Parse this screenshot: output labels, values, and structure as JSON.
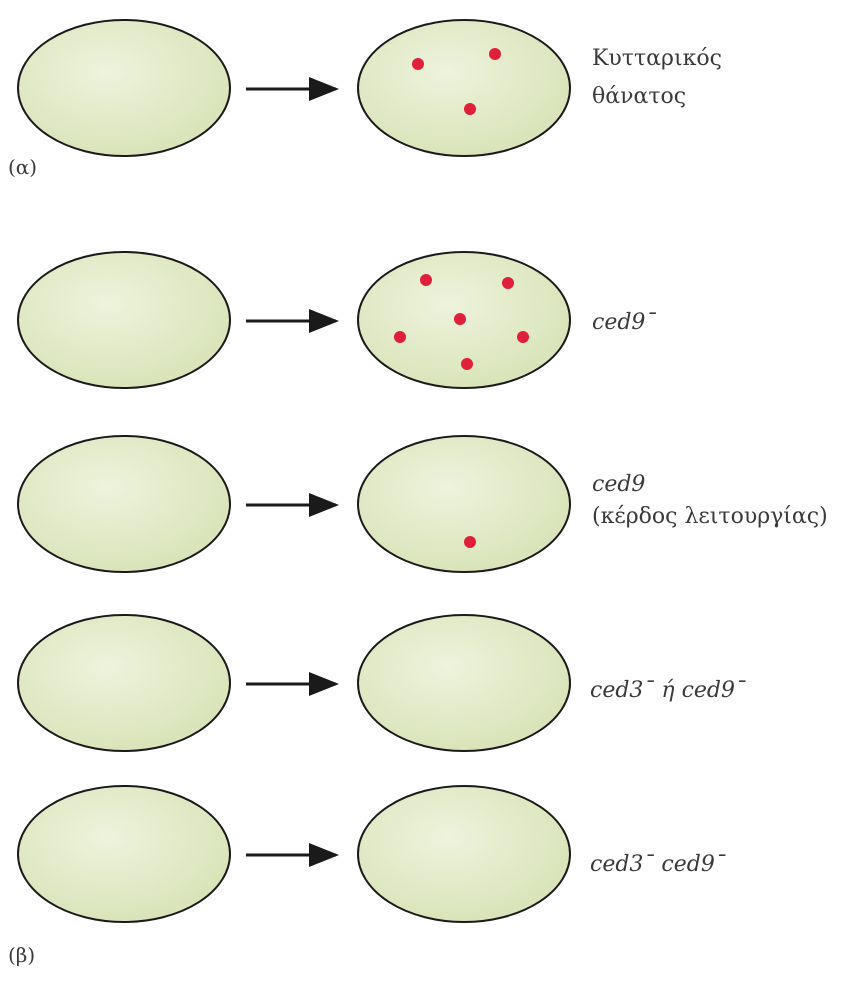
{
  "parts": [
    {
      "label": "(α)",
      "rows": [
        {
          "label_lines": [
            "Κυτταρικός",
            "θάνατος"
          ],
          "italic": false,
          "dots": 3
        }
      ]
    },
    {
      "label": "(β)",
      "rows": [
        {
          "label_lines": [
            "ced9¯"
          ],
          "italic": true,
          "dots": 6
        },
        {
          "label_lines": [
            "ced9",
            "(κέρδος λειτουργίας)"
          ],
          "italic": true,
          "dots": 1
        },
        {
          "label_lines": [
            "ced3¯ ή ced9¯"
          ],
          "italic": true,
          "dots": 0
        },
        {
          "label_lines": [
            "ced3¯ ced9¯"
          ],
          "italic": true,
          "dots": 0
        }
      ]
    }
  ],
  "colors": {
    "cell_fill": "#dfe8c4",
    "cell_highlight": "#eef3dc",
    "cell_stroke": "#1a1a1a",
    "dot": "#e0203a",
    "arrow": "#1a1a1a"
  }
}
